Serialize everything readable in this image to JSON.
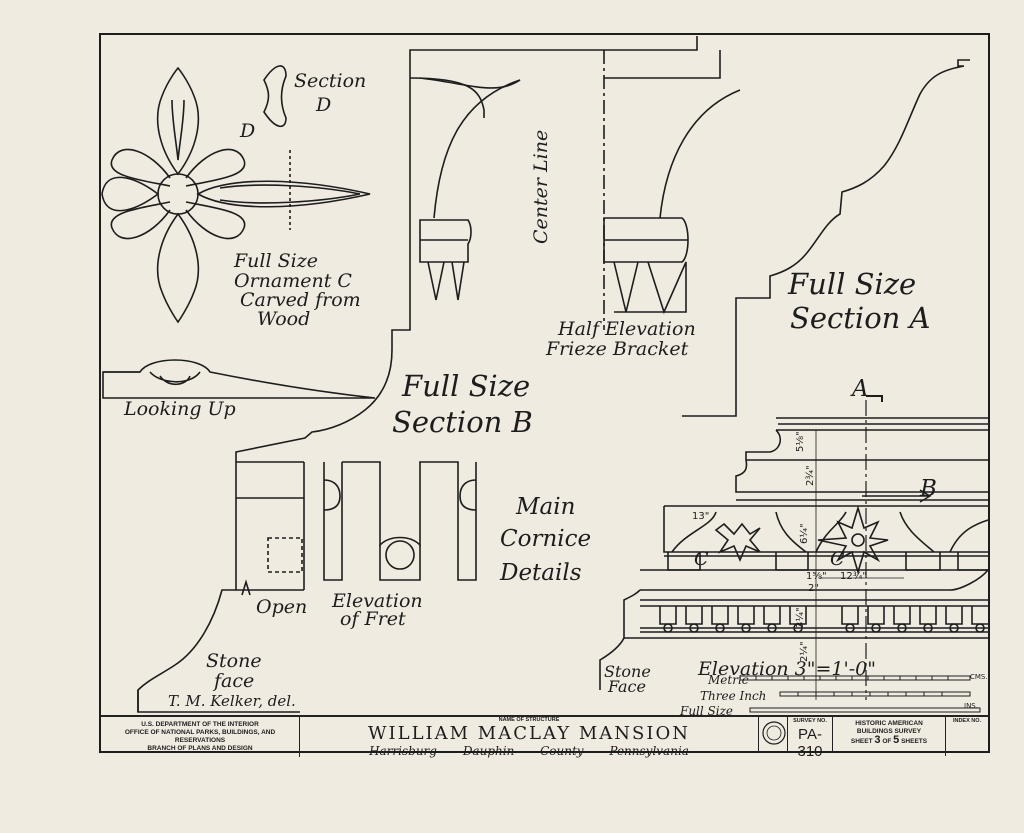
{
  "ornament": {
    "section_d_line1": "Section",
    "section_d_line2": "D",
    "d_marker": "D",
    "line1": "Full Size",
    "line2": "Ornament C",
    "line3": "Carved from",
    "line4": "Wood",
    "looking_up": "Looking Up"
  },
  "bracket": {
    "center_line": "Center Line",
    "line1": "Half Elevation",
    "line2": "Frieze Bracket"
  },
  "section_a": {
    "line1": "Full Size",
    "line2": "Section A"
  },
  "section_b": {
    "line1": "Full Size",
    "line2": "Section B"
  },
  "main": {
    "line1": "Main",
    "line2": "Cornice",
    "line3": "Details"
  },
  "fret": {
    "line1": "Elevation",
    "line2": "of Fret",
    "open": "Open"
  },
  "stone_left": {
    "line1": "Stone",
    "line2": "face"
  },
  "stone_right": {
    "line1": "Stone",
    "line2": "Face"
  },
  "delineator": "T. M. Kelker, del.",
  "elevation": {
    "cut_a": "A",
    "cut_b": "B",
    "ornament_c1": "C",
    "ornament_c2": "C",
    "dims": [
      "5⅛\"",
      "2¾\"",
      "13\"",
      "6¼\"",
      "1⅝\"",
      "2\"",
      "12¾\"",
      "3¼\"",
      "2¼\""
    ],
    "title": "Elevation 3\"=1'-0\""
  },
  "scale": {
    "metric": "Metric",
    "three_inch": "Three Inch",
    "full_size": "Full Size",
    "cms": "CMS.",
    "ins": "INS."
  },
  "title_block": {
    "agency_line1": "U.S. DEPARTMENT OF THE INTERIOR",
    "agency_line2": "OFFICE OF NATIONAL PARKS, BUILDINGS, AND RESERVATIONS",
    "agency_line3": "BRANCH OF PLANS AND DESIGN",
    "name_label": "NAME OF STRUCTURE",
    "structure": "WILLIAM MACLAY MANSION",
    "city": "Harrisburg",
    "county": "Dauphin County",
    "state": "Pennsylvania",
    "survey_label": "SURVEY NO.",
    "survey_no": "PA-310",
    "habs1": "HISTORIC AMERICAN",
    "habs2": "BUILDINGS SURVEY",
    "sheet_word": "SHEET",
    "sheet_no": "3",
    "of_word": "OF",
    "sheet_total": "5",
    "sheets_word": "SHEETS",
    "index_label": "INDEX NO."
  },
  "colors": {
    "paper": "#efebe1",
    "ink": "#1d1d1d"
  }
}
